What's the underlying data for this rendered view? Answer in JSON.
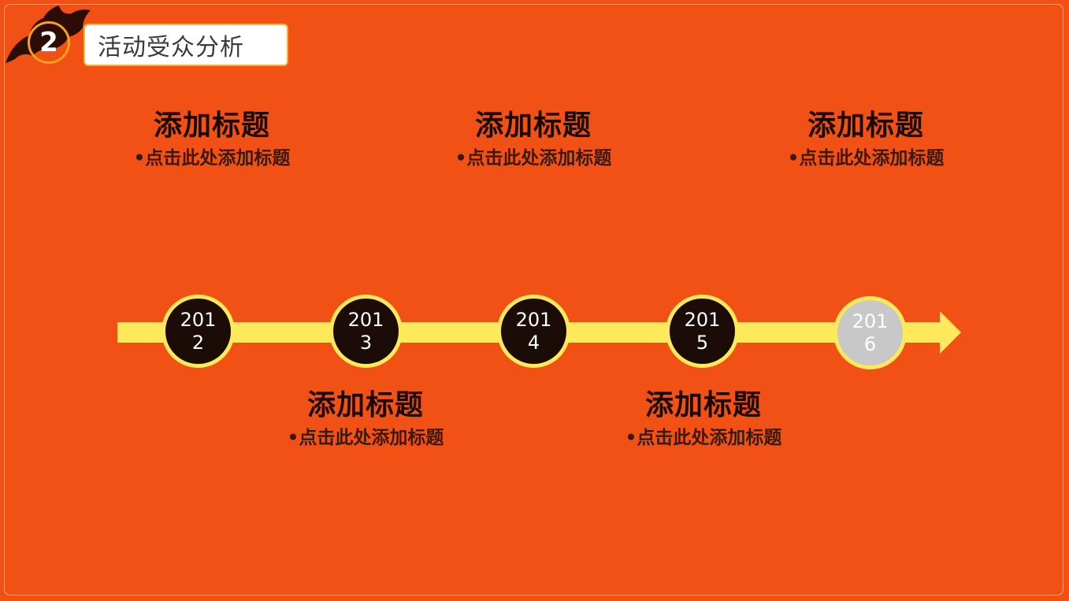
{
  "header": {
    "section_number": "2",
    "title": "活动受众分析"
  },
  "timeline": {
    "nodes": [
      {
        "line1": "201",
        "line2": "2",
        "active": true
      },
      {
        "line1": "201",
        "line2": "3",
        "active": true
      },
      {
        "line1": "201",
        "line2": "4",
        "active": true
      },
      {
        "line1": "201",
        "line2": "5",
        "active": true
      },
      {
        "line1": "201",
        "line2": "6",
        "active": false
      }
    ],
    "items_top": [
      {
        "title": "添加标题",
        "subtitle": "•点击此处添加标题"
      },
      {
        "title": "添加标题",
        "subtitle": "•点击此处添加标题"
      },
      {
        "title": "添加标题",
        "subtitle": "•点击此处添加标题"
      }
    ],
    "items_bottom": [
      {
        "title": "添加标题",
        "subtitle": "•点击此处添加标题"
      },
      {
        "title": "添加标题",
        "subtitle": "•点击此处添加标题"
      }
    ]
  },
  "colors": {
    "background": "#f25115",
    "timeline": "#fde95b",
    "node_fill": "#1c0c08",
    "node_inactive": "#c8c8c8",
    "badge_ring": "#f9a11b"
  },
  "icons": {
    "decoration": "bat-icon"
  }
}
